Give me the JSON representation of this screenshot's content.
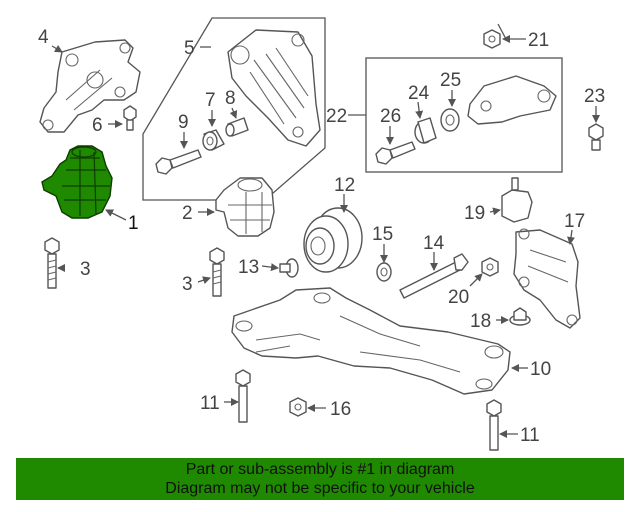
{
  "callouts": {
    "c1": "1",
    "c2": "2",
    "c3a": "3",
    "c3b": "3",
    "c4": "4",
    "c5": "5",
    "c6": "6",
    "c7": "7",
    "c8": "8",
    "c9": "9",
    "c10": "10",
    "c11a": "11",
    "c11b": "11",
    "c12": "12",
    "c13": "13",
    "c14": "14",
    "c15": "15",
    "c16": "16",
    "c17": "17",
    "c18": "18",
    "c19": "19",
    "c20": "20",
    "c21": "21",
    "c22": "22",
    "c23": "23",
    "c24": "24",
    "c25": "25",
    "c26": "26"
  },
  "highlight_part": {
    "number": "1",
    "color": "#1f8a00"
  },
  "banner": {
    "line1": "Part or sub-assembly is #1 in diagram",
    "line2": "Diagram may not be specific to your vehicle",
    "background": "#1f8a00"
  }
}
